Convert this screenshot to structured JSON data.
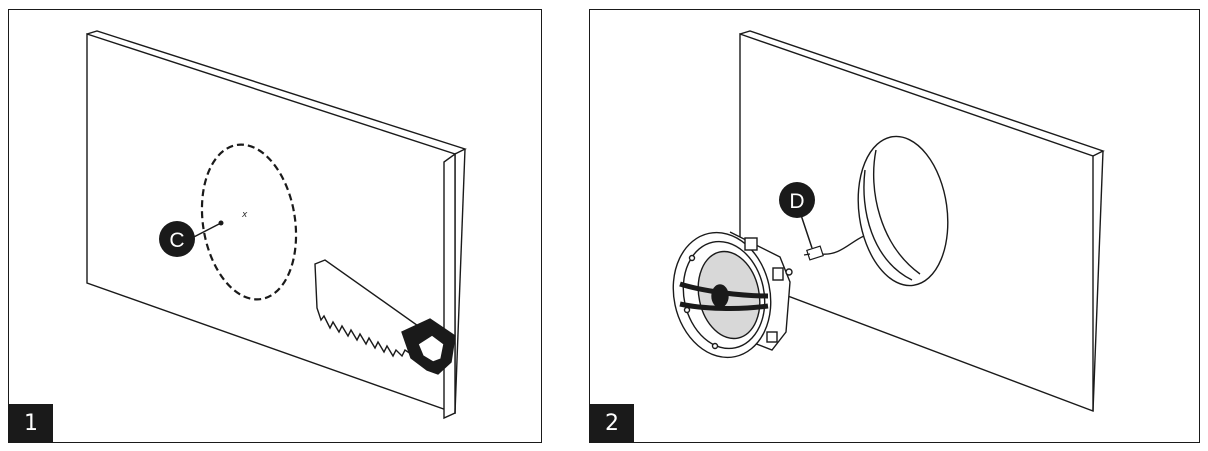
{
  "steps": [
    {
      "number": "1",
      "callout": "C",
      "center_mark": "x"
    },
    {
      "number": "2",
      "callout": "D"
    }
  ],
  "icons": [
    "wall-panel",
    "cut-circle",
    "hand-saw",
    "speaker",
    "wire-connector",
    "wall-hole"
  ]
}
